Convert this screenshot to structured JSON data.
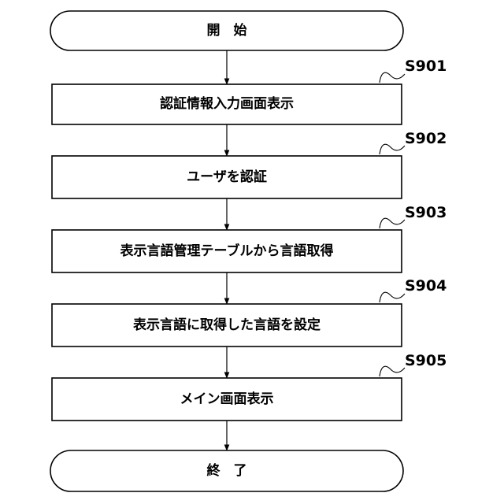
{
  "flowchart": {
    "start": {
      "label": "開　始"
    },
    "steps": [
      {
        "id": "S901",
        "label": "認証情報入力画面表示"
      },
      {
        "id": "S902",
        "label": "ユーザを認証"
      },
      {
        "id": "S903",
        "label": "表示言語管理テーブルから言語取得"
      },
      {
        "id": "S904",
        "label": "表示言語に取得した言語を設定"
      },
      {
        "id": "S905",
        "label": "メイン画面表示"
      }
    ],
    "end": {
      "label": "終　了"
    }
  }
}
